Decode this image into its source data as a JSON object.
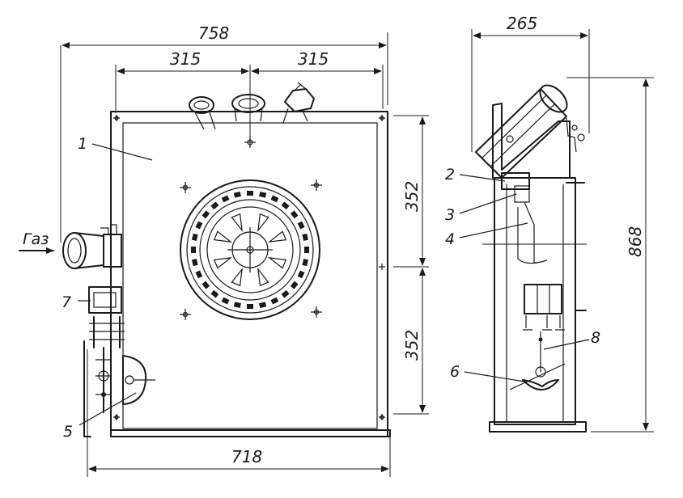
{
  "dimensions": {
    "overall_width": "758",
    "left_half": "315",
    "right_half": "315",
    "depth": "265",
    "upper_height": "352",
    "lower_height": "352",
    "base_width": "718",
    "total_height": "868"
  },
  "gas_label": "Газ",
  "callouts": {
    "c1": "1",
    "c2": "2",
    "c3": "3",
    "c4": "4",
    "c5": "5",
    "c6": "6",
    "c7": "7",
    "c8": "8"
  },
  "colors": {
    "ink": "#1a1a1a",
    "background": "#ffffff"
  }
}
